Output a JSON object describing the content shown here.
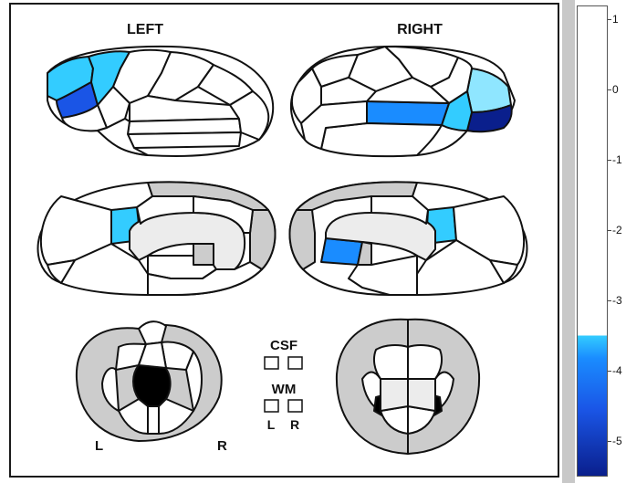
{
  "labels": {
    "left": "LEFT",
    "right": "RIGHT",
    "csf": "CSF",
    "wm": "WM",
    "l_small": "L",
    "r_small": "R",
    "l_corner": "L",
    "r_corner": "R"
  },
  "colors": {
    "stroke": "#111111",
    "white": "#ffffff",
    "gray": "#cccccc",
    "light": "#ececec",
    "pale_cyan": "#8fe6ff",
    "cyan": "#33ccff",
    "blue_mid": "#1a8cff",
    "blue": "#1a55e6",
    "navy": "#0a1f8c",
    "black": "#000000"
  },
  "colorbar": {
    "ticks": [
      "1",
      "0",
      "-1",
      "-2",
      "-3",
      "-4",
      "-5"
    ],
    "min": -5.5,
    "max": 1.2,
    "threshold": -3.5
  }
}
